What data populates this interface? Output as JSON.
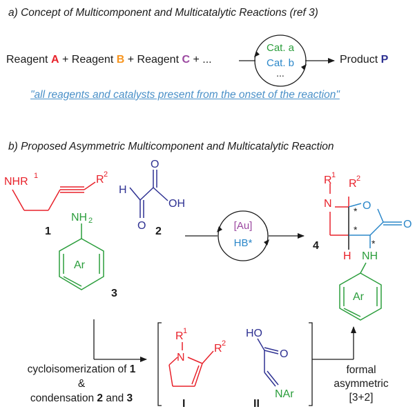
{
  "section_a": {
    "title": "a) Concept of Multicomponent and Multicatalytic Reactions (ref 3)",
    "reagent_word": "Reagent",
    "letter_a": "A",
    "letter_b": "B",
    "letter_c": "C",
    "plus": "+",
    "ellipsis": "+ ...",
    "catalyst_1": "Cat. a",
    "catalyst_2": "Cat. b",
    "catalyst_dots": "...",
    "product_word": "Product",
    "letter_p": "P",
    "quote": "\"all reagents and catalysts present from the onset of the reaction\""
  },
  "section_b": {
    "title": "b) Proposed Asymmetric Multicomponent and Multicatalytic Reaction",
    "cmp1_label": "1",
    "cmp2_label": "2",
    "cmp3_label": "3",
    "cmp4_label": "4",
    "intI_label": "I",
    "intII_label": "II",
    "cat_au": "[Au]",
    "cat_hb": "HB*",
    "nhr": "NHR",
    "r": "R",
    "sup1": "1",
    "sup2": "2",
    "h": "H",
    "o": "O",
    "oh": "OH",
    "ho": "HO",
    "n": "N",
    "nh": "NH",
    "nh2": "NH",
    "sub2": "2",
    "ar": "Ar",
    "nar": "NAr",
    "star": "*",
    "cond_line1": "cycloisomerization of",
    "cond_line1_num": "1",
    "cond_line2": "&",
    "cond_line3": "condensation",
    "cond_line3_a": "2",
    "cond_line3_and": "and",
    "cond_line3_b": "3",
    "formal_1": "formal",
    "formal_2": "asymmetric",
    "formal_3": "[3+2]"
  },
  "colors": {
    "red": "#e8212a",
    "orange": "#f7941d",
    "purple": "#9b48a0",
    "blue": "#2e3192",
    "green": "#2a9d3b",
    "cyan_blue": "#2b87c9",
    "link_blue": "#4a90c8",
    "black": "#1a1a1a"
  }
}
